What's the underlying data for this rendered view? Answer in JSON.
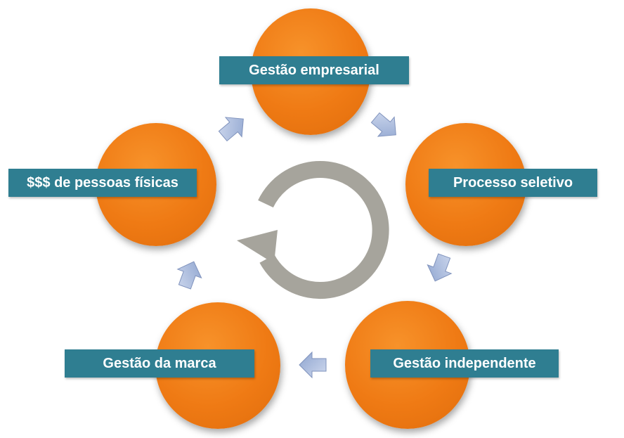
{
  "nodes": [
    {
      "id": "gestao-empresarial",
      "label": "Gestão empresarial"
    },
    {
      "id": "processo-seletivo",
      "label": "Processo seletivo"
    },
    {
      "id": "gestao-independente",
      "label": "Gestão independente"
    },
    {
      "id": "gestao-da-marca",
      "label": "Gestão da marca"
    },
    {
      "id": "pessoas-fisicas",
      "label": "$$$ de pessoas físicas"
    }
  ],
  "colors": {
    "circle_fill": "#ef7a14",
    "label_fill": "#2f7e91",
    "label_text": "#ffffff",
    "arrow_fill": "#9fb2d8",
    "cycle_ring": "#a6a49c"
  },
  "icons": {
    "center": "cycle-arrow-icon",
    "connectors": "block-arrow-icon"
  }
}
